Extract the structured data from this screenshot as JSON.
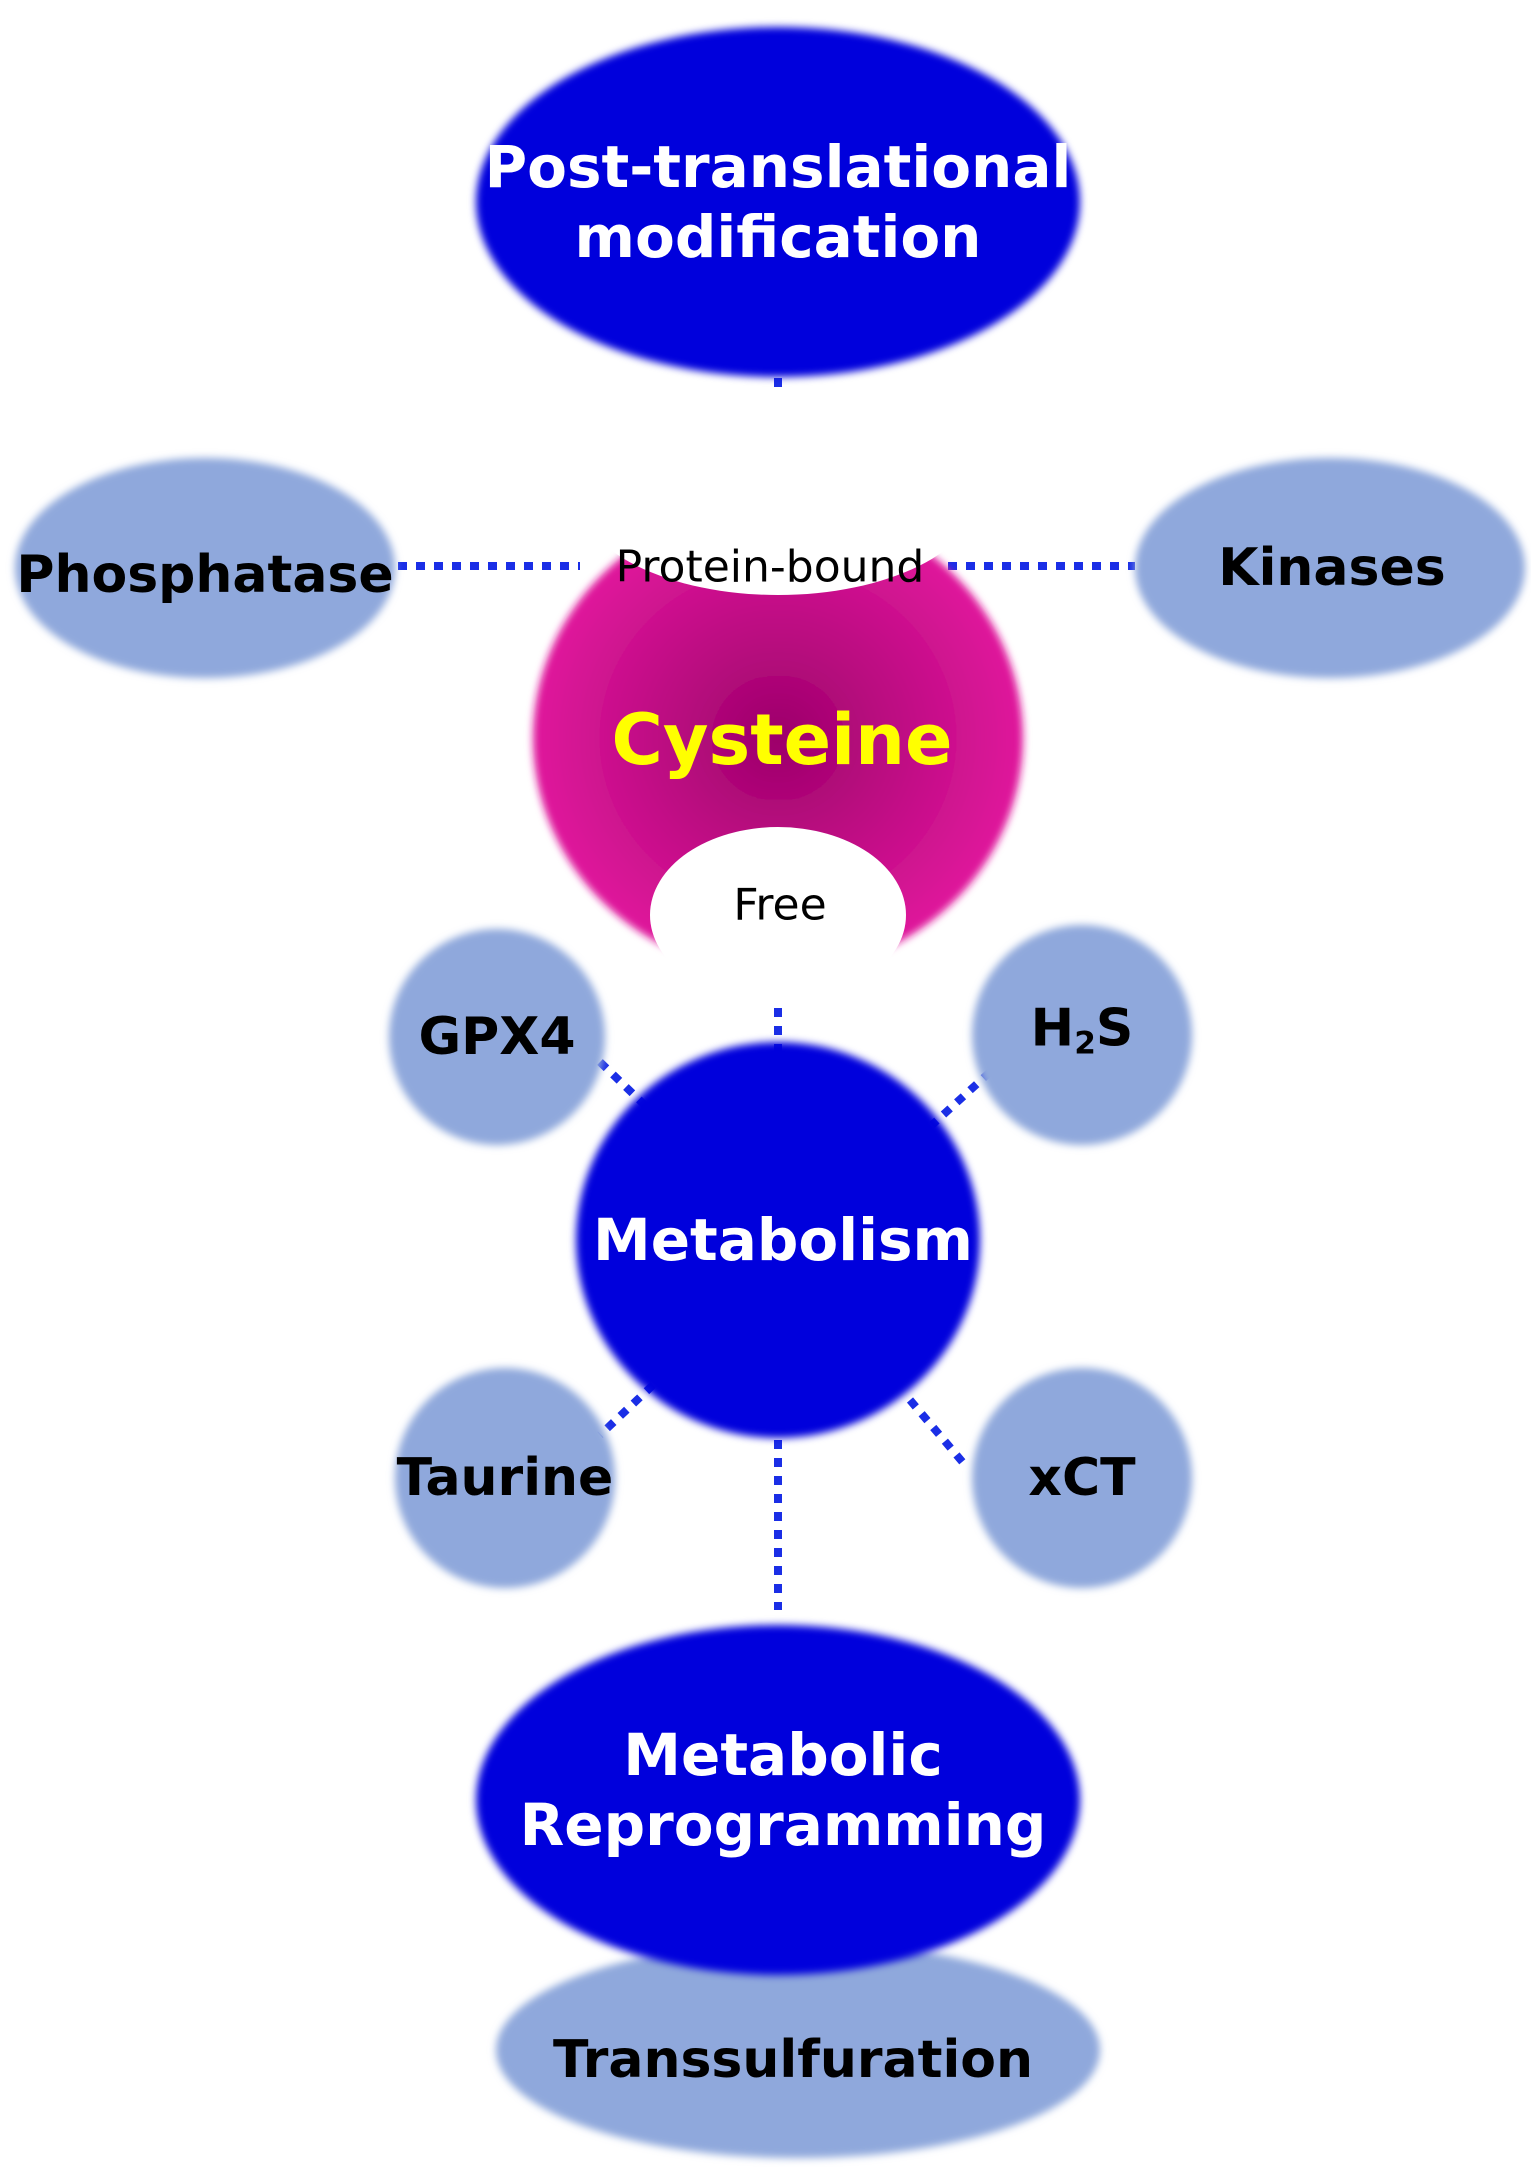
{
  "colors": {
    "dark_node": "#0000dc",
    "light_node": "#8fa8dc",
    "cysteine_node": "#e0189c",
    "cysteine_center": "#9c006a",
    "cysteine_text": "#ffff00",
    "connector": "#1a2ee6"
  },
  "nodes": {
    "ptm": {
      "line1": "Post-translational",
      "line2": "modification"
    },
    "phosphatase": "Phosphatase",
    "kinases": "Kinases",
    "protein_bound": "Protein-bound",
    "cysteine": "Cysteine",
    "free": "Free",
    "gpx4": "GPX4",
    "h2s": {
      "base": "H",
      "sub": "2",
      "tail": "S"
    },
    "metabolism": "Metabolism",
    "taurine": "Taurine",
    "xct": "xCT",
    "metabolic_reprogramming": {
      "line1": "Metabolic",
      "line2": "Reprogramming"
    },
    "transsulfuration": "Transsulfuration"
  }
}
